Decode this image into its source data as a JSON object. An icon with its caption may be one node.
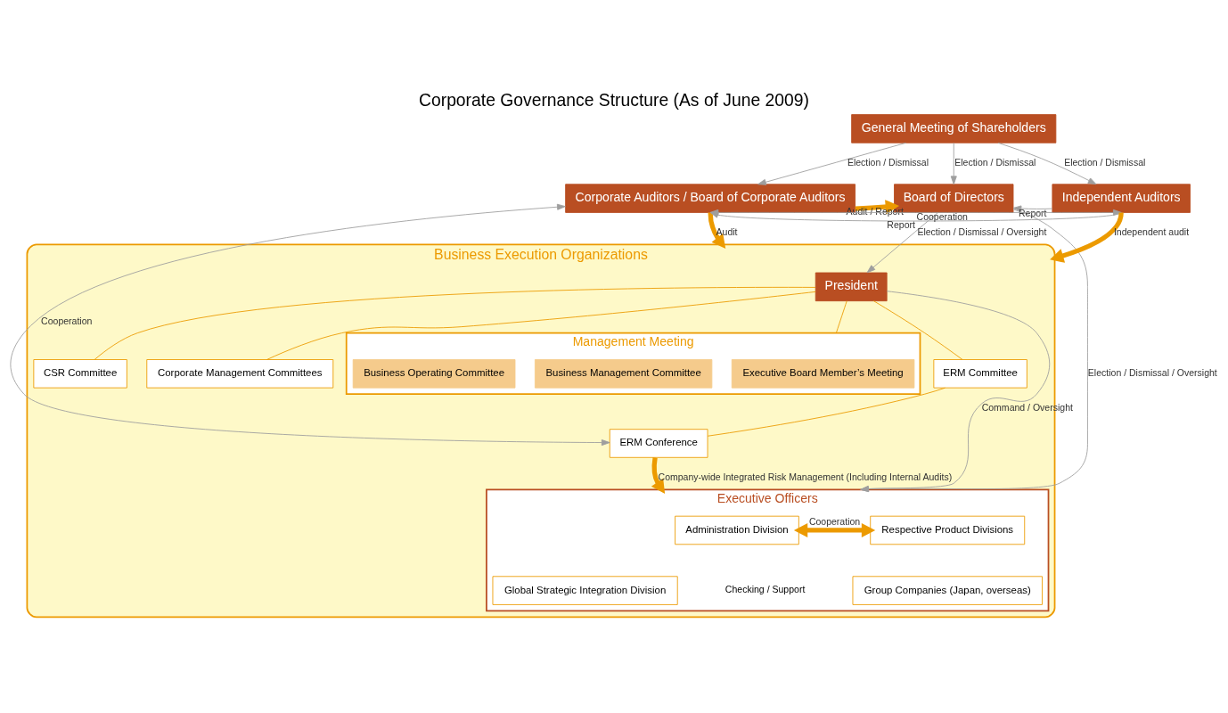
{
  "diagram": {
    "title": "Corporate Governance Structure (As of June 2009)",
    "nodes": [
      {
        "text": [
          "General Meeting of Shareholders"
        ]
      },
      {
        "text": [
          "Board of Directors"
        ]
      },
      {
        "text": [
          "Corporate Auditors / Board of Corporate Auditors"
        ]
      },
      {
        "text": [
          "Independent Auditors"
        ]
      },
      {
        "text": [
          "Business Execution Organizations"
        ]
      },
      {
        "text": [
          "President"
        ],
        "in": 4
      },
      {
        "text": [
          "CSR Committee"
        ],
        "in": 4
      },
      {
        "text": [
          "Corporate Management Committees"
        ],
        "in": 4
      },
      {
        "text": [
          "Management Meeting"
        ],
        "in": 4
      },
      {
        "text": [
          "Executive Board Member’s Meeting"
        ],
        "in": 8
      },
      {
        "text": [
          "Business Management Committee"
        ],
        "in": 8
      },
      {
        "text": [
          "Business Operating Committee"
        ],
        "in": 8
      },
      {
        "text": [
          "ERM Committee"
        ],
        "in": 4
      },
      {
        "text": [
          "ERM Conference"
        ],
        "in": 4
      },
      {
        "text": [
          "Executive Officers"
        ],
        "in": 4
      },
      {
        "text": [
          "Administration Division"
        ],
        "in": 14
      },
      {
        "text": [
          "Global Strategic Integration Division"
        ],
        "in": 14
      },
      {
        "text": [
          "Respective Product Divisions"
        ],
        "in": 14
      },
      {
        "text": [
          "Group Companies (Japan, overseas)"
        ],
        "in": 14
      }
    ],
    "edges": [
      {
        "from": 0,
        "to": 2,
        "arrow": "to",
        "label": "Election / Dismissal"
      },
      {
        "from": 0,
        "to": 1,
        "arrow": "to",
        "label": "Election / Dismissal"
      },
      {
        "from": 0,
        "to": 3,
        "arrow": "to",
        "label": "Election / Dismissal"
      },
      {
        "from": 2,
        "to": 1,
        "arrow": "to",
        "label": "Audit / Report",
        "style": "thick",
        "color": "#ec9a00"
      },
      {
        "from": 3,
        "to": 1,
        "arrow": "to",
        "label": "Report"
      },
      {
        "from": 1,
        "to": 5,
        "arrow": "to",
        "label": "Election / Dismissal / Oversight"
      },
      {
        "from": 1,
        "to": 14,
        "arrow": "to",
        "label": "Election / Dismissal / Oversight"
      },
      {
        "from": 5,
        "to": 6,
        "arrow": "none",
        "color": "#ec9a00"
      },
      {
        "from": 5,
        "to": 7,
        "arrow": "none",
        "color": "#ec9a00"
      },
      {
        "from": 5,
        "to": 8,
        "arrow": "none",
        "color": "#ec9a00"
      },
      {
        "from": 5,
        "to": 12,
        "arrow": "none",
        "color": "#ec9a00"
      },
      {
        "from": 12,
        "to": 13,
        "arrow": "none",
        "color": "#ec9a00"
      },
      {
        "from": 5,
        "to": 14,
        "arrow": "to",
        "label": "Command / Oversight"
      },
      {
        "from": 2,
        "to": 4,
        "arrow": "to",
        "label": "Audit",
        "style": "thick",
        "color": "#ec9a00"
      },
      {
        "from": 2,
        "to": 13,
        "arrow": "both",
        "label": "Cooperation"
      },
      {
        "from": 3,
        "to": 4,
        "arrow": "to",
        "label": "Independent audit",
        "style": "thick",
        "color": "#ec9a00"
      },
      {
        "from": 13,
        "to": 14,
        "arrow": "to",
        "label": "Company-wide Integrated Risk Management (Including Internal Audits)",
        "style": "thick",
        "color": "#ec9a00"
      },
      {
        "from": 15,
        "to": 17,
        "arrow": "both",
        "label": "Cooperation",
        "style": "thick",
        "color": "#ec9a00"
      },
      {
        "from": 3,
        "to": 2,
        "arrow": "to",
        "label": "Report"
      },
      {
        "from": 3,
        "to": 2,
        "arrow": "both",
        "label": "Cooperation"
      }
    ],
    "labels": [
      "Checking / Support"
    ]
  }
}
